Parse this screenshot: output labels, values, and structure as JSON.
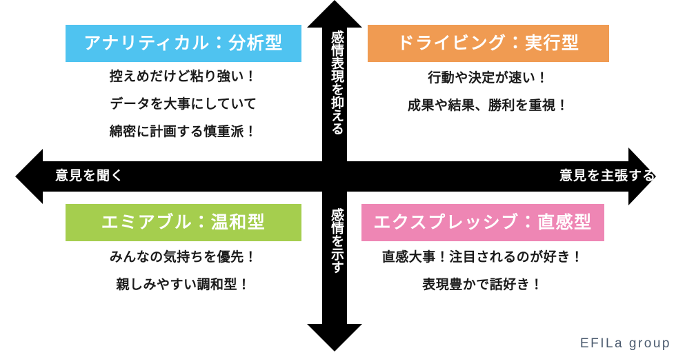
{
  "axes": {
    "horizontal": {
      "left_label": "意見を聞く",
      "right_label": "意見を主張する"
    },
    "vertical": {
      "top_label": "感情表現を抑える",
      "bottom_label": "感情を示す"
    },
    "color": "#000000"
  },
  "quadrants": {
    "analytical": {
      "title": "アナリティカル：分析型",
      "color": "#4FC3F0",
      "lines": [
        "控えめだけど粘り強い！",
        "データを大事にしていて",
        "綿密に計画する慎重派！"
      ]
    },
    "driving": {
      "title": "ドライビング：実行型",
      "color": "#F09B52",
      "lines": [
        "行動や決定が速い！",
        "成果や結果、勝利を重視！"
      ]
    },
    "amiable": {
      "title": "エミアブル：温和型",
      "color": "#A5CE4E",
      "lines": [
        "みんなの気持ちを優先！",
        "親しみやすい調和型！"
      ]
    },
    "expressive": {
      "title": "エクスプレッシブ：直感型",
      "color": "#EE86B4",
      "lines": [
        "直感大事！注目されるのが好き！",
        "表現豊かで話好き！"
      ]
    }
  },
  "brand": {
    "logo_text": "EFILa group",
    "color": "#4a5a6e"
  }
}
